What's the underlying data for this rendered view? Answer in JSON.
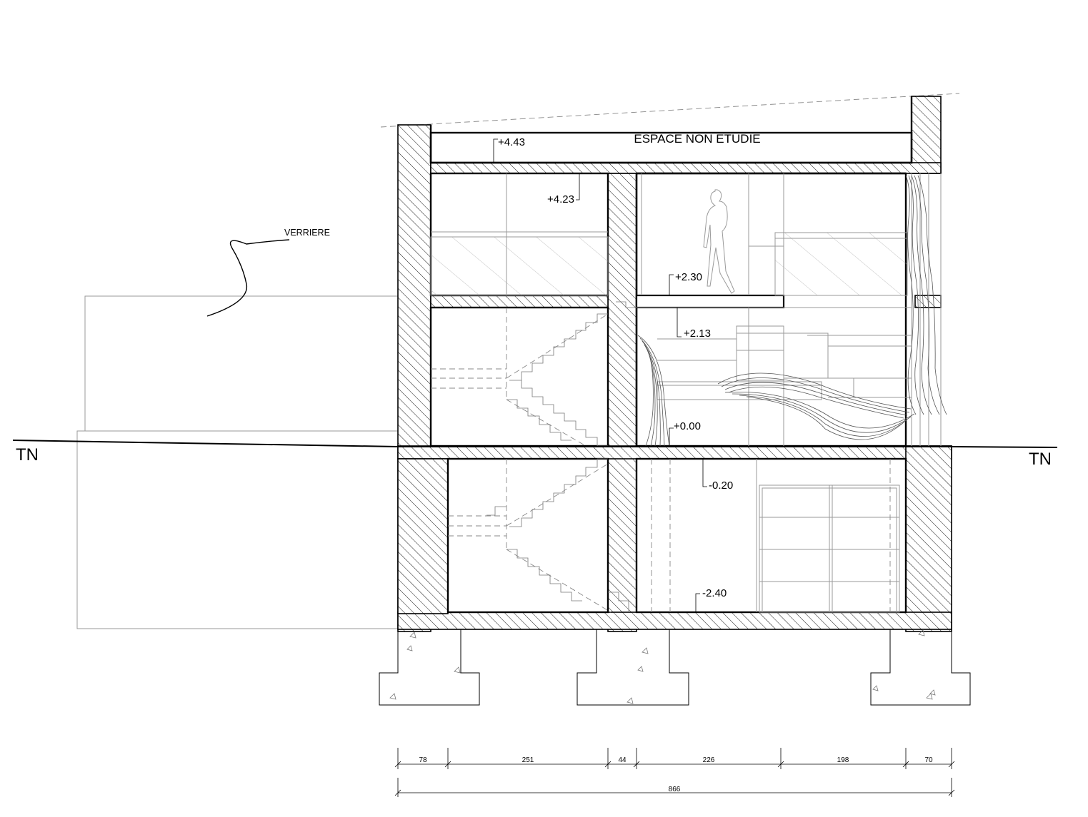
{
  "drawing": {
    "labels": {
      "unstudied_space": "ESPACE NON ETUDIE",
      "glass_roof": "VERRIERE",
      "natural_ground_left": "TN",
      "natural_ground_right": "TN"
    },
    "levels": [
      "+4.43",
      "+4.23",
      "+2.30",
      "+2.13",
      "+0.00",
      "-0.20",
      "-2.40"
    ],
    "dimensions": {
      "segments": [
        "78",
        "251",
        "44",
        "226",
        "198",
        "70"
      ],
      "total": "866"
    },
    "colors": {
      "line": "#000000",
      "background": "#ffffff",
      "secondary_line": "#9a9a9a"
    }
  }
}
